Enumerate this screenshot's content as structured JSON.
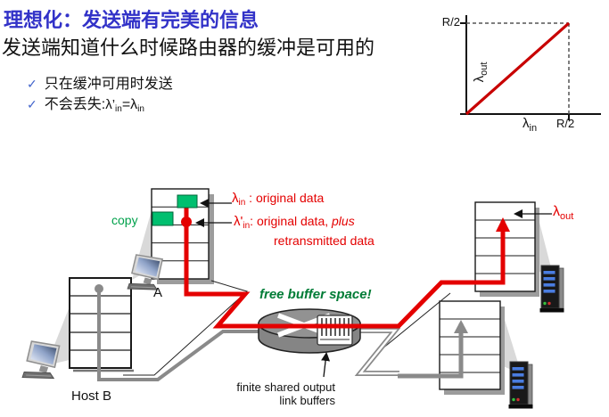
{
  "colors": {
    "title_blue": "#3232c8",
    "diagram_red": "#e40000",
    "chart_line_red": "#c80000",
    "packet_green": "#00bf6f",
    "label_green": "#008a42",
    "link_gray": "#8a8a8a",
    "check_blue": "#4466cc"
  },
  "header": {
    "title": "理想化：发送端有完美的信息",
    "subtitle": "发送端知道什么时候路由器的缓冲是可用的",
    "bullet1": {
      "mark": "✓",
      "text": "只在缓冲可用时发送"
    },
    "bullet2": {
      "mark": "✓",
      "prefix": "不会丢失:",
      "lambda_prime": "λ’",
      "sub_in1": "in",
      "equals_lambda": "=λ",
      "sub_in2": "in"
    }
  },
  "chart": {
    "y_tick": "R/2",
    "x_tick": "R/2",
    "y_label_base": "λ",
    "y_label_sub": "out",
    "x_label_base": "λ",
    "x_label_sub": "in"
  },
  "chart_data": {
    "type": "line",
    "title": "",
    "xlabel": "λ_in",
    "ylabel": "λ_out",
    "x_range": [
      "0",
      "R/2"
    ],
    "y_range": [
      "0",
      "R/2"
    ],
    "x_ticks": [
      "R/2"
    ],
    "y_ticks": [
      "R/2"
    ],
    "series": [
      {
        "name": "throughput-line",
        "color": "#c80000",
        "points": [
          [
            "0",
            "0"
          ],
          [
            "R/2",
            "R/2"
          ]
        ]
      }
    ],
    "annotations": [
      "dashed guide from y-axis R/2 to line end",
      "dashed guide from line end down to x-axis R/2"
    ],
    "grid": false,
    "legend": false
  },
  "diagram": {
    "copy_label": "copy",
    "lambda_in": {
      "base": "λ",
      "sub": "in",
      "rest": " : original data"
    },
    "lambda_in_prime": {
      "base": "λ'",
      "sub": "in",
      "rest": ": original data, ",
      "emphasis": "plus",
      "line2": "retransmitted data"
    },
    "lambda_out": {
      "base": "λ",
      "sub": "out"
    },
    "free_buffer_label": "free buffer space!",
    "finite_buffers_line1": "finite shared output",
    "finite_buffers_line2": "link buffers",
    "host_a_label": "A",
    "host_b_label": "Host B"
  }
}
